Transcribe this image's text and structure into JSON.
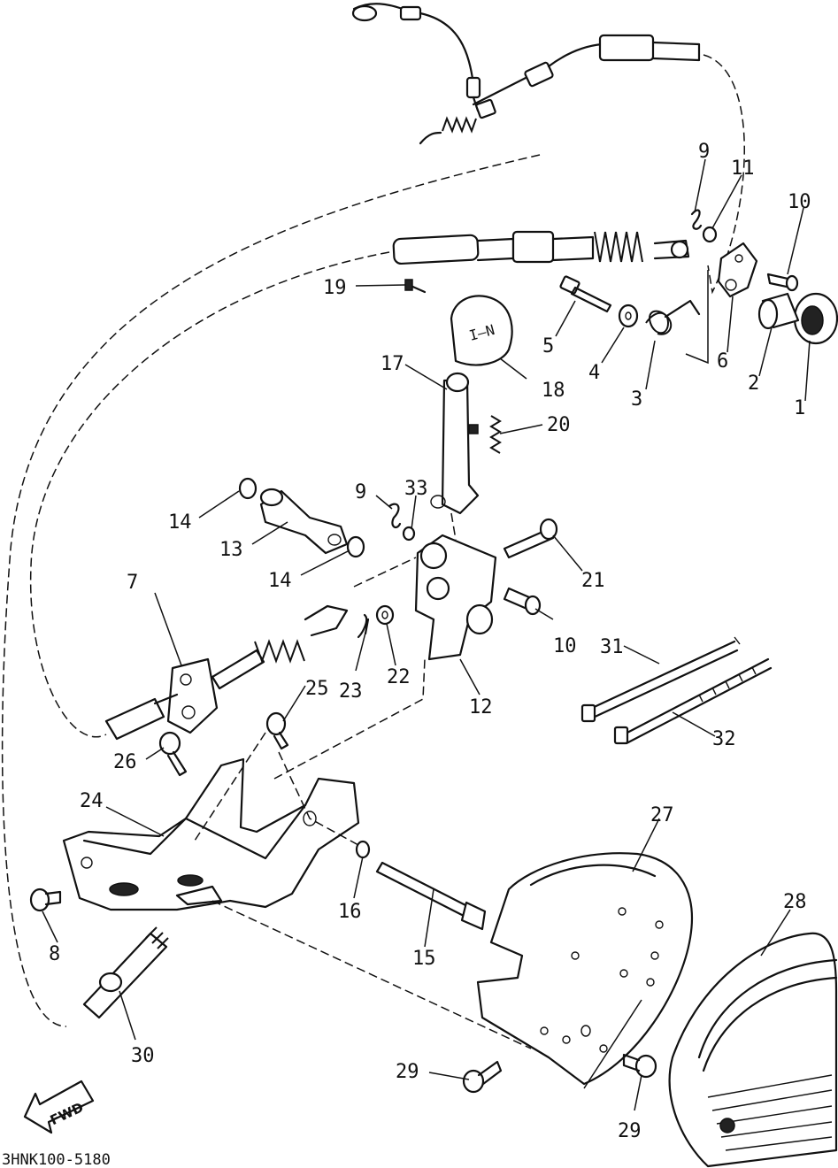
{
  "diagram": {
    "code": "3HNK100-5180",
    "direction_label": "FWD",
    "callouts": [
      "1",
      "2",
      "3",
      "4",
      "5",
      "6",
      "7",
      "8",
      "9",
      "10",
      "11",
      "12",
      "13",
      "14",
      "15",
      "16",
      "17",
      "18",
      "19",
      "20",
      "21",
      "22",
      "23",
      "24",
      "25",
      "26",
      "27",
      "28",
      "29",
      "30",
      "31",
      "32",
      "33"
    ]
  }
}
